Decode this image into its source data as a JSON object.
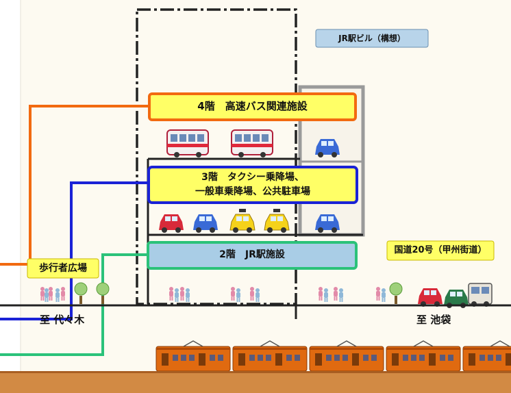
{
  "labels": {
    "jr_building": "JR駅ビル（構想）",
    "floor4": "4階　高速バス関連施設",
    "floor3_line1": "3階　タクシー乗降場、",
    "floor3_line2": "一般車乗降場、公共駐車場",
    "floor2": "2階　JR駅施設",
    "pedestrian_plaza": "歩行者広場",
    "route20": "国道20号（甲州街道）",
    "to_yoyogi": "至 代々木",
    "to_ikebukuro": "至 池袋"
  },
  "colors": {
    "background": "#fdfaf1",
    "floor4_frame": "#f26a10",
    "floor3_frame": "#1a22d6",
    "floor2_frame": "#2bc27a",
    "label_fill": "#ffff66",
    "floor2_fill": "#a9cde6",
    "jr_label_fill": "#b8d4ea",
    "ground": "#d28a44",
    "train": "#e06a10"
  },
  "icons": {
    "bus": "bus-icon",
    "car": "car-icon",
    "taxi": "taxi-icon",
    "pedestrian": "pedestrian-icon",
    "tree": "tree-icon",
    "train": "train-icon"
  }
}
